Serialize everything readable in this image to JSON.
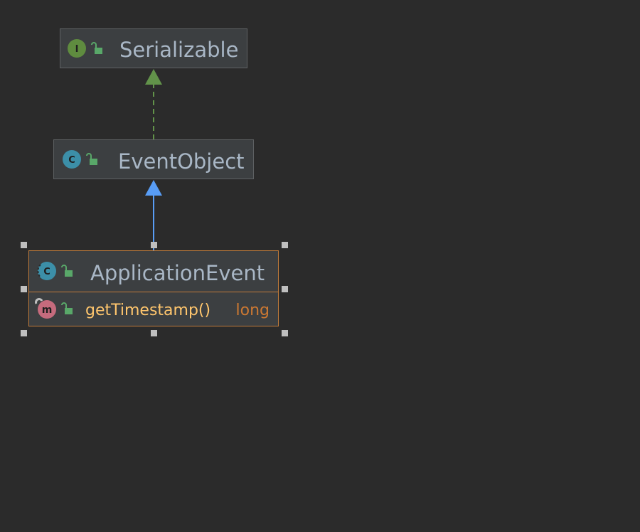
{
  "nodes": {
    "serializable": {
      "label": "Serializable",
      "kind_letter": "I",
      "kind": "interface",
      "color": "#5f8c3f"
    },
    "eventobject": {
      "label": "EventObject",
      "kind_letter": "C",
      "kind": "class",
      "color": "#3c8fa8"
    },
    "applicationevent": {
      "label": "ApplicationEvent",
      "kind_letter": "C",
      "kind": "abstract-class",
      "color": "#3c8fa8",
      "selected": true,
      "members": [
        {
          "icon_letter": "m",
          "name": "getTimestamp()",
          "type": "long",
          "color": "#c56b7d"
        }
      ]
    }
  },
  "edges": [
    {
      "from": "eventobject",
      "to": "serializable",
      "kind": "implements",
      "style": "dashed",
      "color": "#62934a"
    },
    {
      "from": "applicationevent",
      "to": "eventobject",
      "kind": "extends",
      "style": "solid",
      "color": "#589df6"
    }
  ],
  "colors": {
    "background": "#2b2b2b",
    "node_fill": "#3c3f41",
    "node_border": "#5e6163",
    "selected_border": "#c07b3a",
    "lock_icon": "#59a869",
    "selection_handle": "#bfbfbf"
  }
}
